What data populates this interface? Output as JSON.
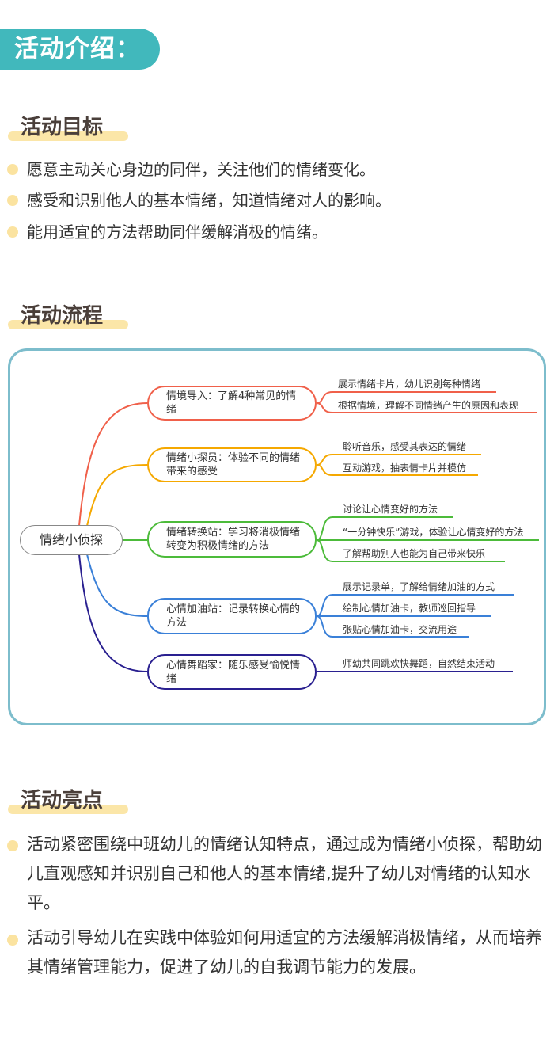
{
  "banner": "活动介绍：",
  "goals": {
    "title": "活动目标",
    "items": [
      "愿意主动关心身边的同伴，关注他们的情绪变化。",
      "感受和识别他人的基本情绪，知道情绪对人的影响。",
      "能用适宜的方法帮助同伴缓解消极的情绪。"
    ]
  },
  "process": {
    "title": "活动流程",
    "root": "情绪小侦探",
    "branches": [
      {
        "label": "情境导入：了解4种常见的情绪",
        "color": "#f0604a",
        "leaves": [
          "展示情绪卡片，幼儿识别每种情绪",
          "根据情境，理解不同情绪产生的原因和表现"
        ]
      },
      {
        "label": "情绪小探员：体验不同的情绪带来的感受",
        "color": "#f5a800",
        "leaves": [
          "聆听音乐，感受其表达的情绪",
          "互动游戏，抽表情卡片并模仿"
        ]
      },
      {
        "label": "情绪转换站：学习将消极情绪转变为积极情绪的方法",
        "color": "#4cbb3a",
        "leaves": [
          "讨论让心情变好的方法",
          "“一分钟快乐”游戏，体验让心情变好的方法",
          "了解帮助别人也能为自己带来快乐"
        ]
      },
      {
        "label": "心情加油站：记录转换心情的方法",
        "color": "#3a80d8",
        "leaves": [
          "展示记录单，了解给情绪加油的方式",
          "绘制心情加油卡，教师巡回指导",
          "张贴心情加油卡，交流用途"
        ]
      },
      {
        "label": "心情舞蹈家：随乐感受愉悦情绪",
        "color": "#2a2090",
        "leaves": [
          "师幼共同跳欢快舞蹈，自然结束活动"
        ]
      }
    ]
  },
  "highlights": {
    "title": "活动亮点",
    "items": [
      "活动紧密围绕中班幼儿的情绪认知特点，通过成为情绪小侦探，帮助幼儿直观感知并识别自己和他人的基本情绪,提升了幼儿对情绪的认知水平。",
      "活动引导幼儿在实践中体验如何用适宜的方法缓解消极情绪，从而培养其情绪管理能力，促进了幼儿的自我调节能力的发展。"
    ]
  }
}
